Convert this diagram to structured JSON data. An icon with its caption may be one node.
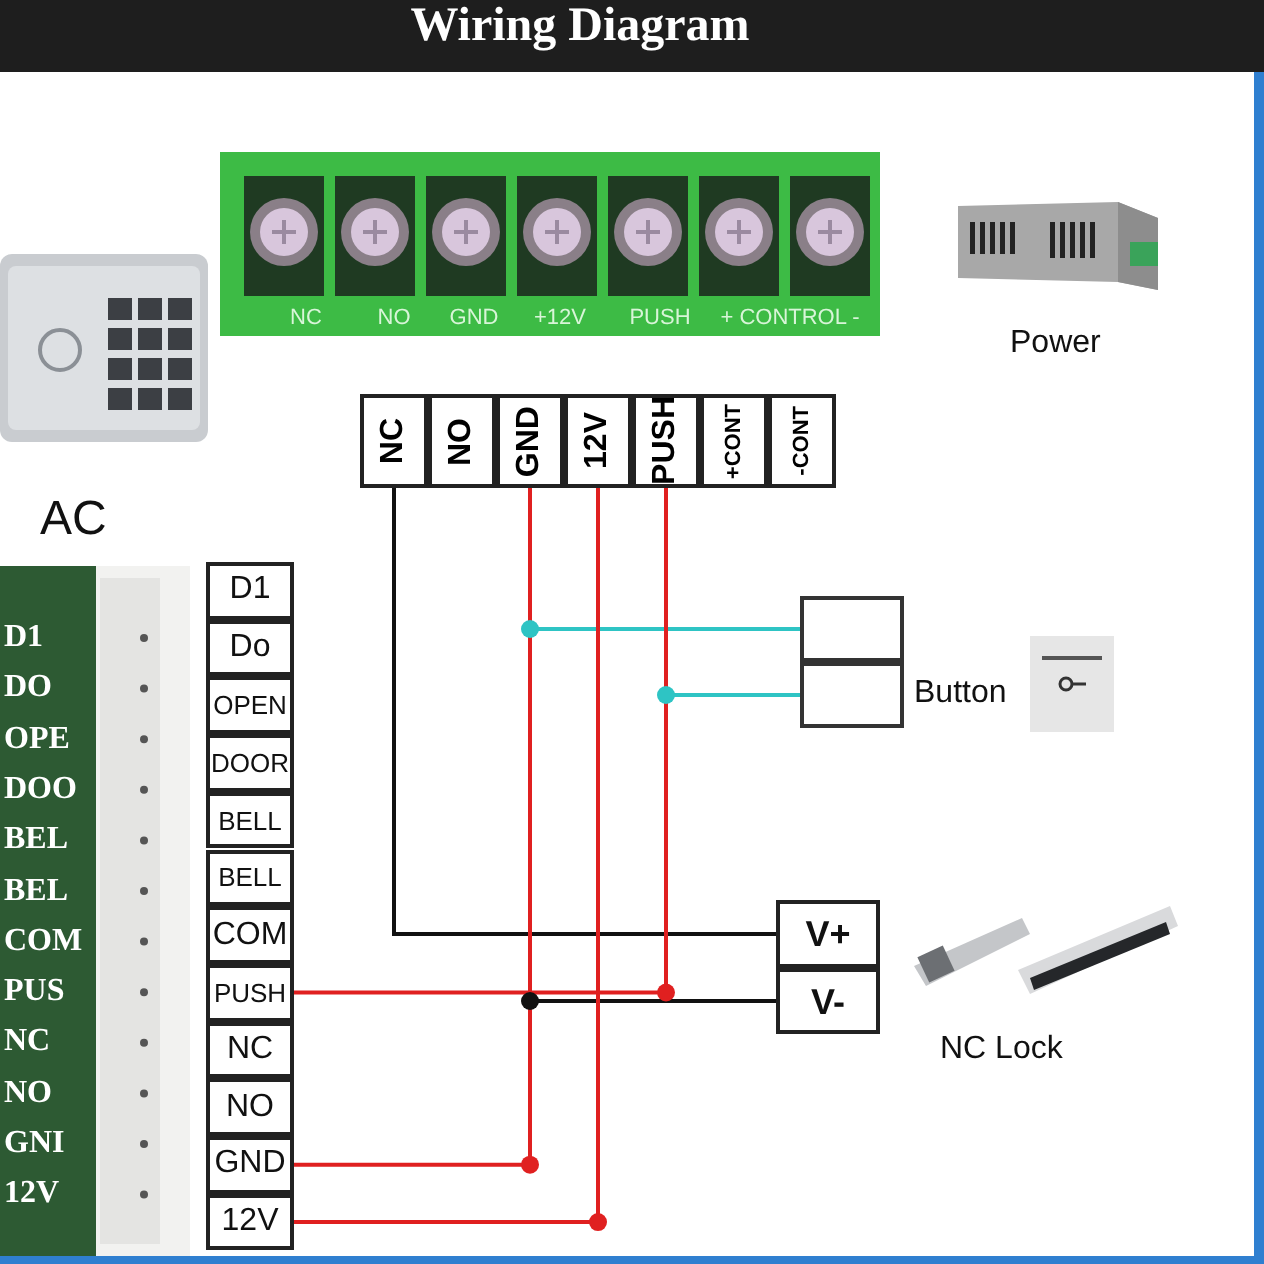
{
  "diagram": {
    "title": "Wiring Diagram",
    "nodes": [
      {
        "text": [
          "NC"
        ]
      },
      {
        "text": [
          "NO"
        ]
      },
      {
        "text": [
          "GND"
        ]
      },
      {
        "text": [
          "12V"
        ]
      },
      {
        "text": [
          "PUSH"
        ]
      },
      {
        "text": [
          "+CONT"
        ]
      },
      {
        "text": [
          "-CONT"
        ]
      },
      {
        "text": [
          "D1"
        ]
      },
      {
        "text": [
          "Do"
        ]
      },
      {
        "text": [
          "OPEN"
        ]
      },
      {
        "text": [
          "DOOR"
        ]
      },
      {
        "text": [
          "BELL"
        ]
      },
      {
        "text": [
          "BELL"
        ]
      },
      {
        "text": [
          "COM"
        ]
      },
      {
        "text": [
          "PUSH"
        ]
      },
      {
        "text": [
          "NC"
        ]
      },
      {
        "text": [
          "NO"
        ]
      },
      {
        "text": [
          "GND"
        ]
      },
      {
        "text": [
          "12V"
        ]
      },
      {
        "text": [],
        "shape": "box"
      },
      {
        "text": [],
        "shape": "box"
      },
      {
        "text": [
          "V+"
        ]
      },
      {
        "text": [
          "V-"
        ]
      },
      {
        "text": [],
        "shape": "picture"
      },
      {
        "text": [],
        "shape": "picture",
        "beside": [
          "Power"
        ]
      },
      {
        "text": [],
        "shape": "picture"
      },
      {
        "text": [],
        "shape": "picture"
      },
      {
        "text": [],
        "shape": "picture",
        "beside": [
          "Button"
        ]
      },
      {
        "text": [],
        "shape": "picture",
        "beside": [
          "NC Lock"
        ]
      }
    ],
    "edges": [
      {
        "from": 0,
        "to": 21,
        "arrow": "none",
        "color": "#111111"
      },
      {
        "from": 2,
        "to": 17,
        "arrow": "none"
      },
      {
        "from": 3,
        "to": 18,
        "arrow": "none"
      },
      {
        "from": 4,
        "to": 14,
        "arrow": "none"
      },
      {
        "from": 2,
        "to": 19,
        "arrow": "none",
        "color": "#2ec4c4"
      },
      {
        "from": 4,
        "to": 20,
        "arrow": "none",
        "color": "#2ec4c4"
      },
      {
        "from": 2,
        "to": 22,
        "arrow": "none",
        "color": "#111111"
      }
    ],
    "labels": [
      "NC",
      "NO",
      "GND",
      "+12V",
      "PUSH",
      "+ CONTROL -",
      "AC",
      "D1",
      "DO",
      "OPE",
      "DOO",
      "BEL",
      "BEL",
      "COM",
      "PUS",
      "NC",
      "NO",
      "GNI",
      "12V"
    ]
  }
}
